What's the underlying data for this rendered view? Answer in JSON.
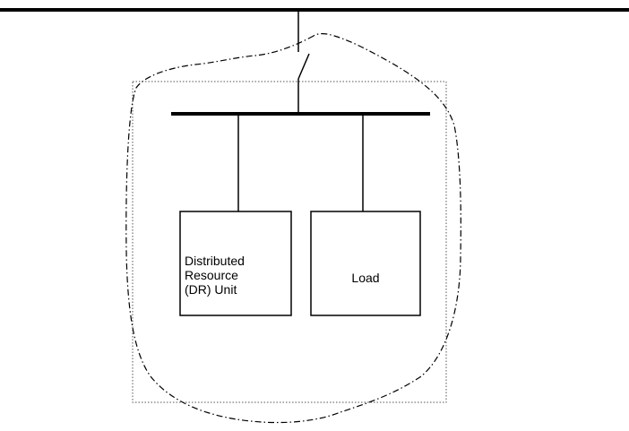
{
  "diagram": {
    "dr_unit": {
      "line1": "Distributed",
      "line2": "Resource",
      "line3": "(DR) Unit"
    },
    "load": {
      "label": "Load"
    }
  },
  "colors": {
    "line": "#000000",
    "background": "#ffffff"
  }
}
